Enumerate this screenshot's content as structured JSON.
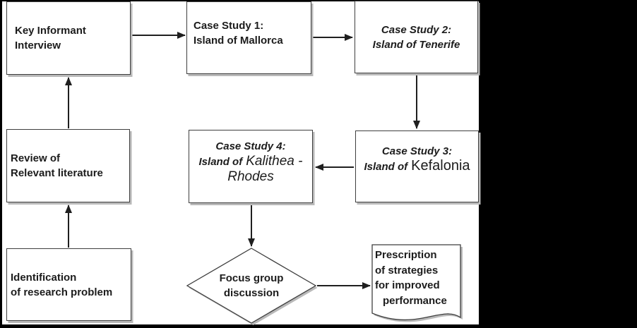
{
  "diagram": {
    "type": "flowchart",
    "nodes": {
      "key_informant": {
        "shape": "process",
        "line1": "Key Informant",
        "line2": "Interview"
      },
      "case_study_1": {
        "shape": "process",
        "line1": "Case Study 1:",
        "line2": "Island of Mallorca"
      },
      "case_study_2": {
        "shape": "process",
        "line1": "Case Study 2:",
        "line2": "Island of Tenerife"
      },
      "review": {
        "shape": "process",
        "line1": "Review of",
        "line2": "Relevant literature"
      },
      "case_study_4": {
        "shape": "process",
        "line1": "Case Study 4:",
        "line2_prefix": "Island of",
        "line2_emph": "Kalithea -",
        "line3": "Rhodes"
      },
      "case_study_3": {
        "shape": "process",
        "line1": "Case Study 3:",
        "line2_prefix": "Island of",
        "line2_emph": "Kefalonia"
      },
      "identification": {
        "shape": "process",
        "line1": "Identification",
        "line2": "of research problem"
      },
      "focus_group": {
        "shape": "decision",
        "line1": "Focus group",
        "line2": "discussion"
      },
      "prescription": {
        "shape": "document",
        "line1": "Prescription",
        "line2": "of strategies",
        "line3": "for improved",
        "line4": "performance"
      }
    },
    "connections": [
      {
        "from": "identification",
        "to": "review"
      },
      {
        "from": "review",
        "to": "key_informant"
      },
      {
        "from": "key_informant",
        "to": "case_study_1"
      },
      {
        "from": "case_study_1",
        "to": "case_study_2"
      },
      {
        "from": "case_study_2",
        "to": "case_study_3"
      },
      {
        "from": "case_study_3",
        "to": "case_study_4"
      },
      {
        "from": "case_study_4",
        "to": "focus_group"
      },
      {
        "from": "focus_group",
        "to": "prescription"
      }
    ],
    "colors": {
      "background": "#000000",
      "canvas": "#ffffff",
      "border": "#3f3f3f",
      "arrow": "#1f1f1f",
      "text": "#1c1c1c",
      "shadow": "#b9b9b9"
    }
  }
}
